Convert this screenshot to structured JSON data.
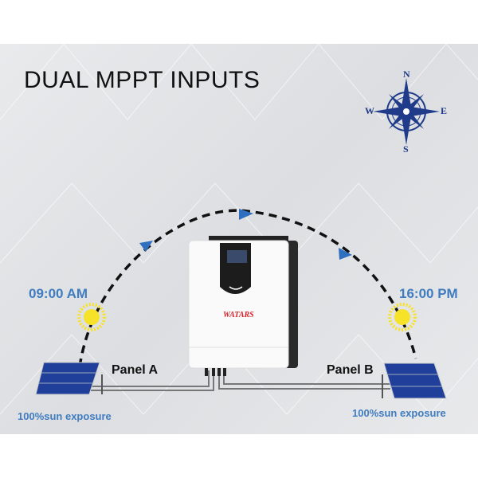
{
  "title": "DUAL MPPT INPUTS",
  "compass": {
    "n": "N",
    "s": "S",
    "e": "E",
    "w": "W"
  },
  "left": {
    "time": "09:00 AM",
    "panel": "Panel A",
    "exposure": "100%sun exposure"
  },
  "right": {
    "time": "16:00 PM",
    "panel": "Panel B",
    "exposure": "100%sun exposure"
  },
  "inverter": {
    "brand": "WATARS"
  },
  "colors": {
    "accent": "#3f7cc0",
    "compass": "#1f3b8a",
    "sun": "#f7e22a",
    "brand": "#d8232a"
  }
}
